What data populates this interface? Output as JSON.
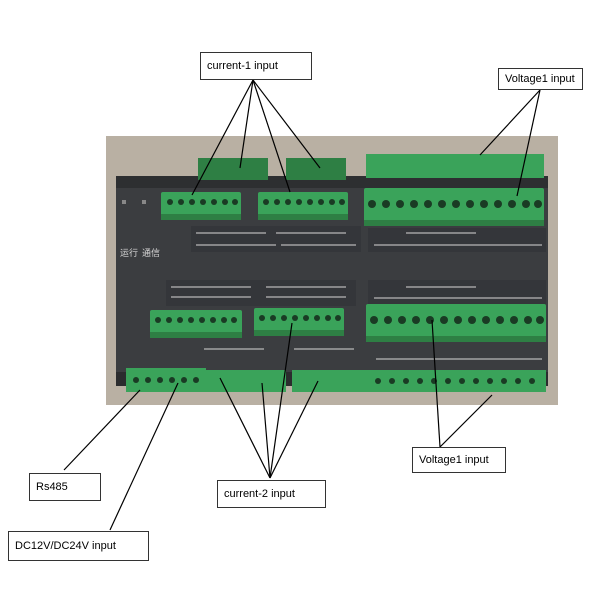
{
  "callouts": {
    "current1": "current-1 input",
    "voltage1_top": "Voltage1 input",
    "rs485": "Rs485",
    "current2": "current-2 input",
    "voltage1_bottom": "Voltage1 input",
    "dc_power": "DC12V/DC24V input"
  },
  "device": {
    "status_run": "运行",
    "status_comm": "通信"
  },
  "colors": {
    "body": "#36383b",
    "terminal_green": "#3aa35a",
    "terminal_dark": "#2e7f44",
    "backdrop": "#b9b0a3",
    "leader": "#000000"
  }
}
